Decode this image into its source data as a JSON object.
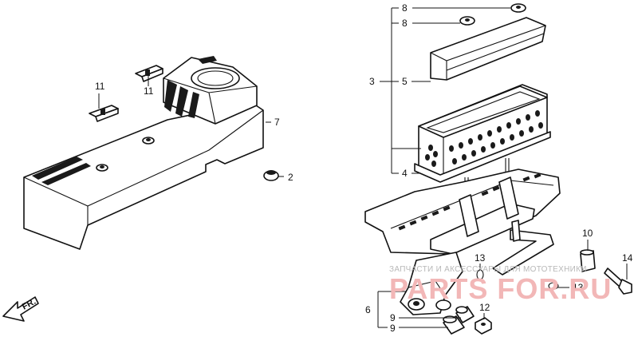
{
  "callouts": {
    "c2": "2",
    "c3": "3",
    "c4": "4",
    "c5": "5",
    "c6": "6",
    "c7": "7",
    "c8a": "8",
    "c8b": "8",
    "c9a": "9",
    "c9b": "9",
    "c10": "10",
    "c11a": "11",
    "c11b": "11",
    "c12": "12",
    "c13a": "13",
    "c13b": "13",
    "c14": "14"
  },
  "direction_label": "FR.",
  "watermark": {
    "tagline": "ЗАПЧАСТИ И АКСЕССУАРЫ ДЛЯ МОТОТЕХНИКИ",
    "brand": "PARTS FOR.RU"
  }
}
